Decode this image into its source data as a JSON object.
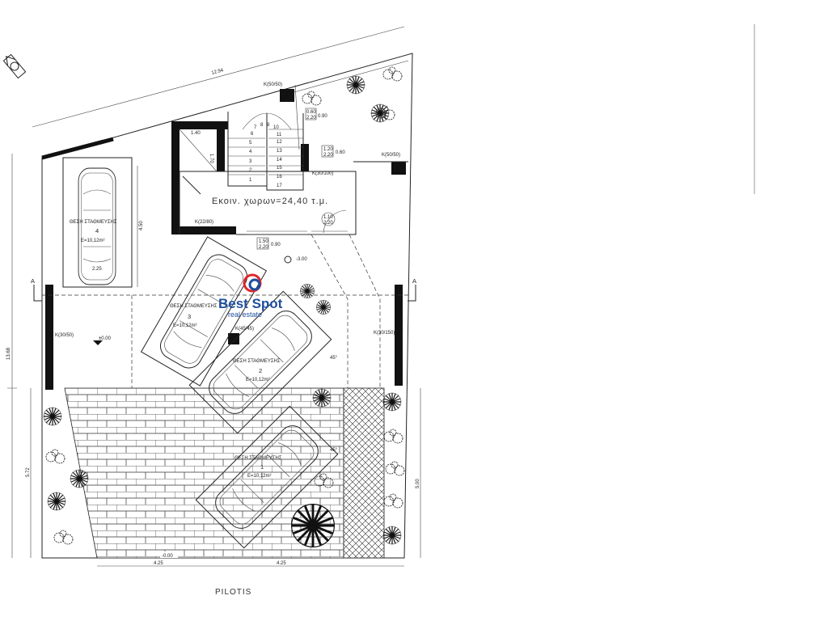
{
  "plan": {
    "title": "PILOTIS",
    "common_area": "Εκοιν.  χωρων=24,40 τ.μ.",
    "section_mark": "A",
    "dims": {
      "top": "12.94",
      "left_total": "13.68",
      "left_lower": "5.72",
      "right_lower": "5.00",
      "bottom_left": "4.25",
      "bottom_right": "4.25",
      "spot_width": "2.25",
      "spot_length": "4.50",
      "lift_w": "1.40",
      "lift_h": "1.70",
      "angle": "45°"
    },
    "levels": {
      "ground": "±0.00",
      "lower": "-3.00",
      "bottom": "-0.00"
    },
    "columns": [
      "K(50/50)",
      "K(50/50)",
      "K(30/100)",
      "K(22/80)",
      "K(45/45)",
      "K(30/50)",
      "K(30/150)"
    ],
    "openings": [
      {
        "size": "0.60",
        "height": "2.20",
        "sill": "0.90"
      },
      {
        "size": "1.20",
        "height": "2.20",
        "sill": "0.60"
      },
      {
        "size": "1.10",
        "height": "2.20"
      },
      {
        "size": "1.50",
        "height": "2.20",
        "sill": "0.90"
      }
    ],
    "stairs": [
      "1",
      "2",
      "3",
      "4",
      "5",
      "6",
      "7",
      "8",
      "9",
      "10",
      "11",
      "12",
      "13",
      "14",
      "15",
      "16",
      "17"
    ],
    "parking": [
      {
        "label": "ΘΕΣΗ ΣΤΑΘΜΕΥΣΗΣ",
        "number": "4",
        "area": "Ε=10,12m²"
      },
      {
        "label": "ΘΕΣΗ ΣΤΑΘΜΕΥΣΗΣ",
        "number": "3",
        "area": "Ε=10,12m²"
      },
      {
        "label": "ΘΕΣΗ ΣΤΑΘΜΕΥΣΗΣ",
        "number": "2",
        "area": "Ε=10,12m²"
      },
      {
        "label": "ΘΕΣΗ ΣΤΑΘΜΕΥΣΗΣ",
        "number": "1",
        "area": "Ε=10,12m²"
      }
    ]
  },
  "watermark": {
    "brand": "Best Spot",
    "sub": "real estate",
    "colors": {
      "blue": "#1f4e9c",
      "red": "#e0262e"
    }
  }
}
